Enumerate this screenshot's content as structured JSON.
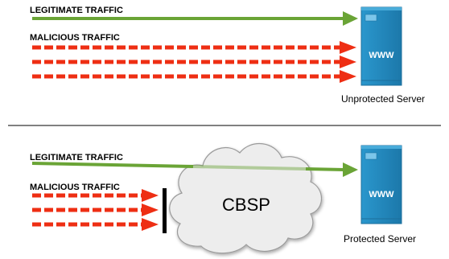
{
  "top_panel": {
    "legitimate_label": "LEGITIMATE TRAFFIC",
    "malicious_label": "MALICIOUS TRAFFIC",
    "server_caption": "Unprotected Server",
    "server_badge": "WWW"
  },
  "bottom_panel": {
    "legitimate_label": "LEGITIMATE TRAFFIC",
    "malicious_label": "MALICIOUS TRAFFIC",
    "cloud_label": "CBSP",
    "server_caption": "Protected Server",
    "server_badge": "WWW"
  },
  "colors": {
    "legitimate": "#6aa436",
    "malicious": "#ee2e13",
    "server": "#2a97cd",
    "server_dark": "#1c6f9c",
    "barrier": "#000000"
  }
}
